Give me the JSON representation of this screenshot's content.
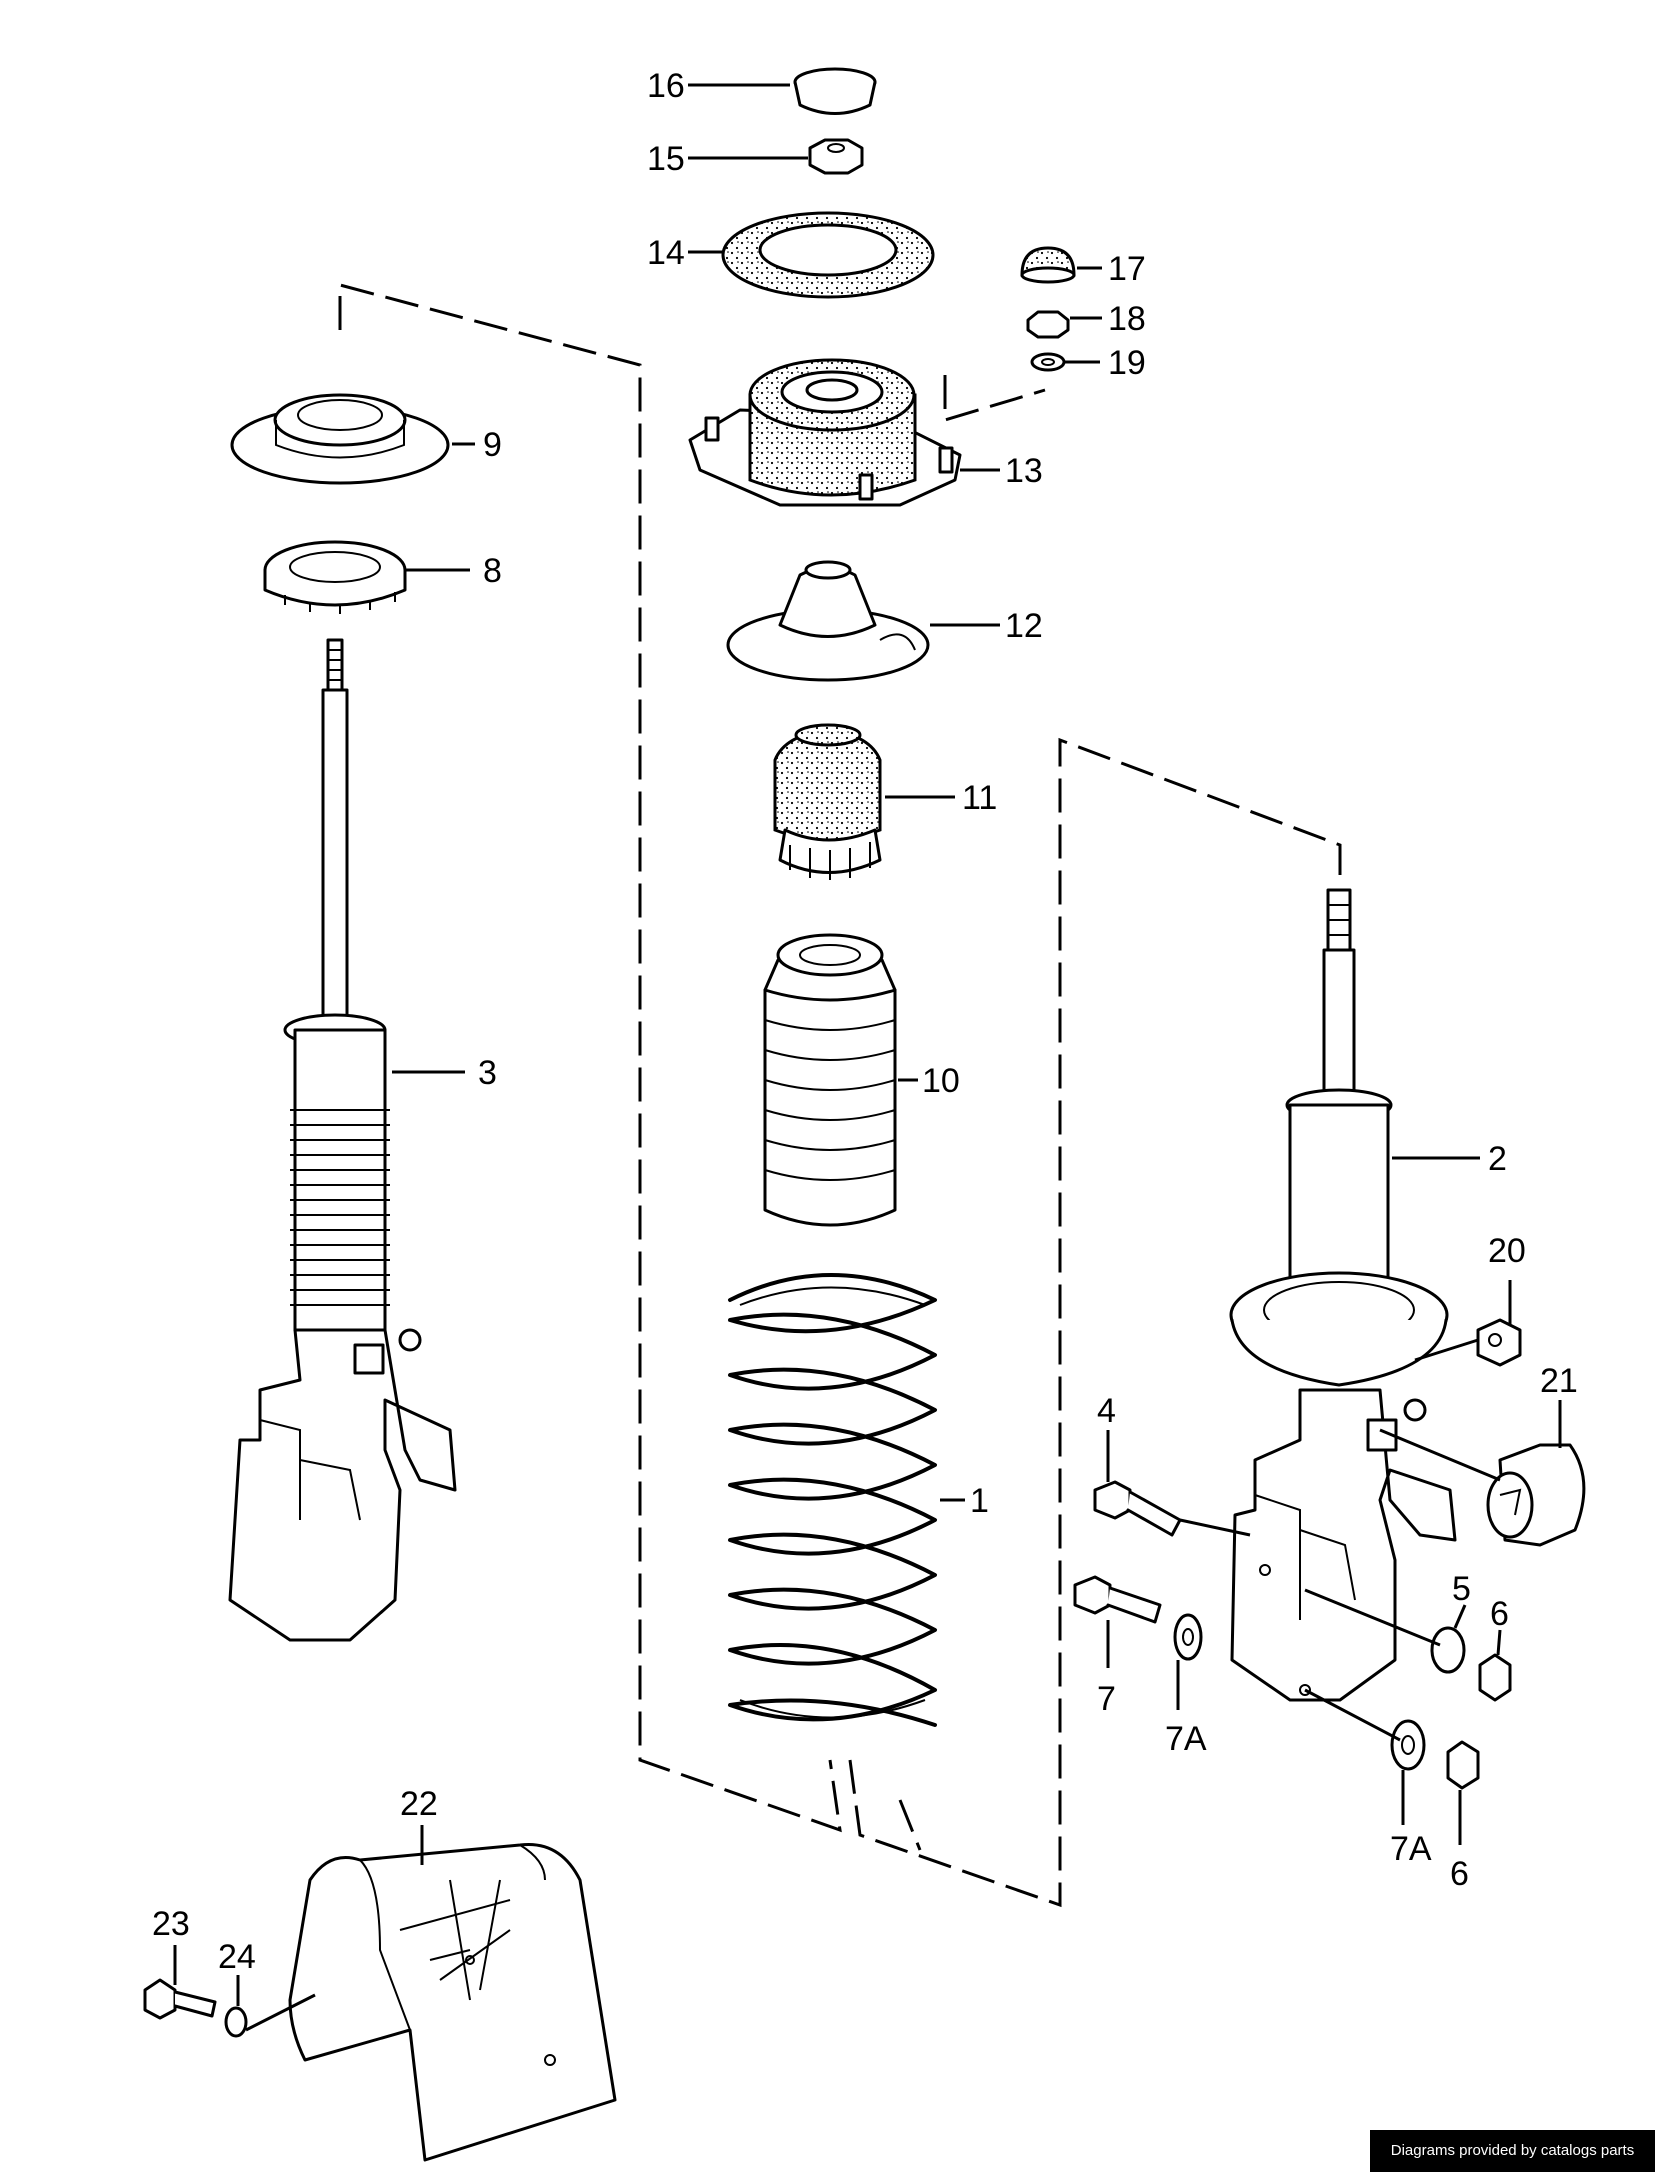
{
  "labels": {
    "l1": "1",
    "l2": "2",
    "l3": "3",
    "l4": "4",
    "l5": "5",
    "l6a": "6",
    "l6b": "6",
    "l7": "7",
    "l7a1": "7A",
    "l7a2": "7A",
    "l8": "8",
    "l9": "9",
    "l10": "10",
    "l11": "11",
    "l12": "12",
    "l13": "13",
    "l14": "14",
    "l15": "15",
    "l16": "16",
    "l17": "17",
    "l18": "18",
    "l19": "19",
    "l20": "20",
    "l21": "21",
    "l22": "22",
    "l23": "23",
    "l24": "24"
  },
  "credit": "Diagrams provided by catalogs parts"
}
